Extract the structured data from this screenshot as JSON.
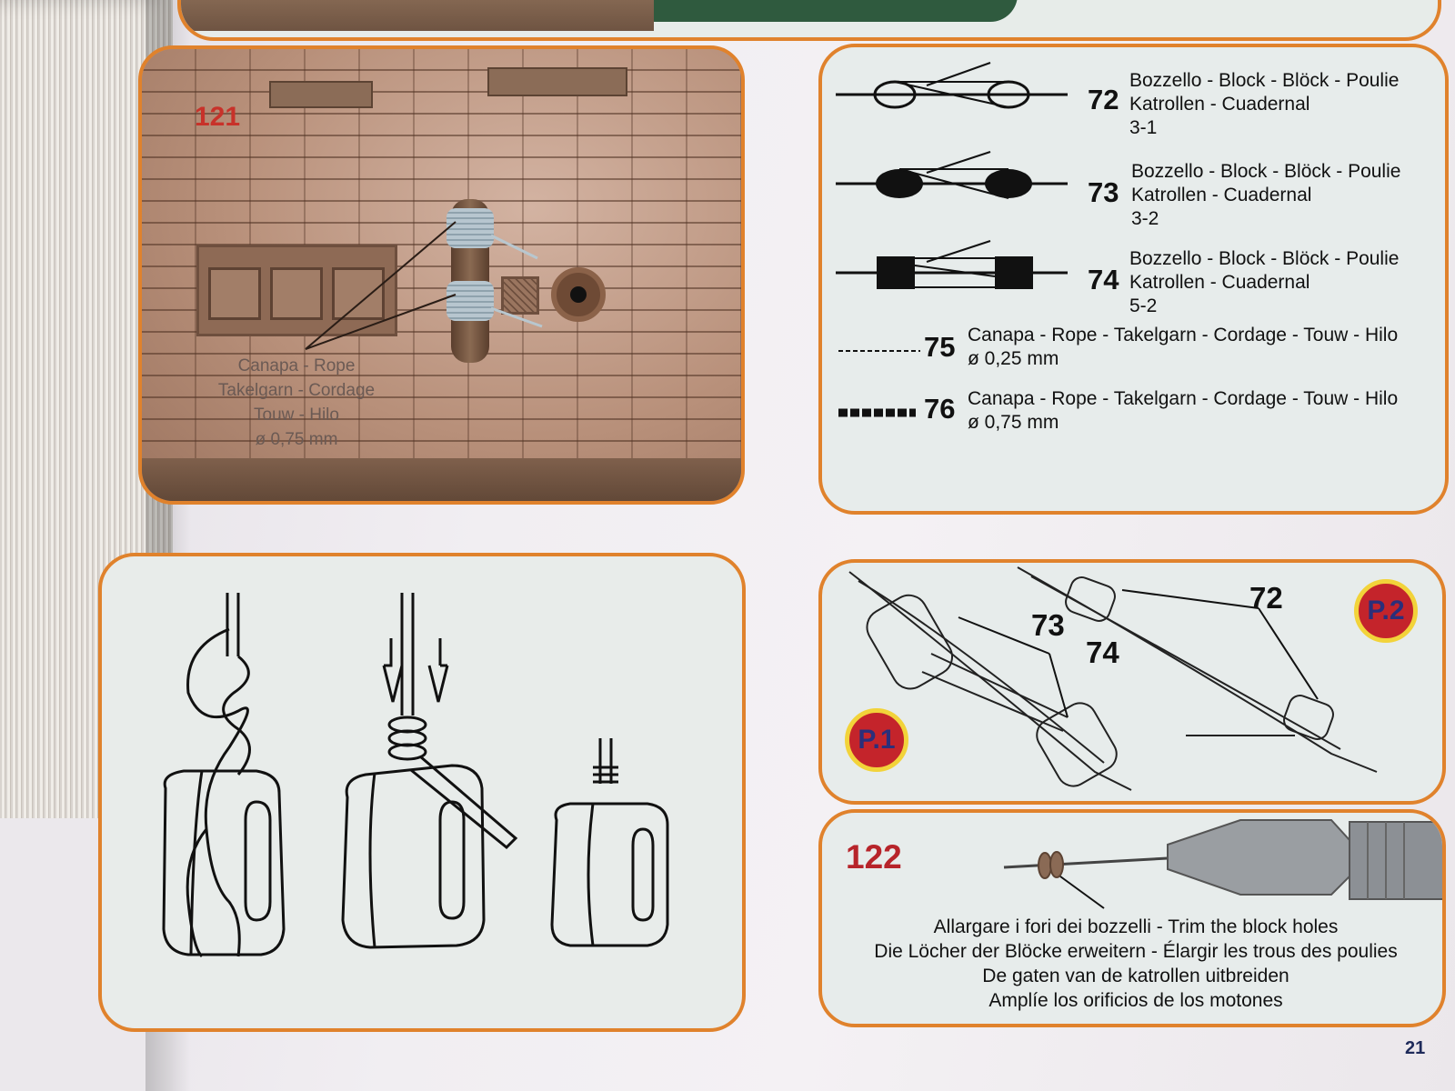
{
  "photo_panel": {
    "step_number": "121",
    "caption": [
      "Canapa - Rope",
      "Takelgarn - Cordage",
      "Touw - Hilo",
      "ø 0,75 mm"
    ]
  },
  "legend": {
    "items": [
      {
        "number": "72",
        "lines": [
          "Bozzello - Block - Blöck - Poulie",
          "Katrollen - Cuadernal",
          "3-1"
        ],
        "icon": "single-block-icon"
      },
      {
        "number": "73",
        "lines": [
          "Bozzello - Block - Blöck - Poulie",
          "Katrollen - Cuadernal",
          "3-2"
        ],
        "icon": "double-block-icon"
      },
      {
        "number": "74",
        "lines": [
          "Bozzello - Block - Blöck - Poulie",
          "Katrollen - Cuadernal",
          "5-2"
        ],
        "icon": "square-block-icon"
      },
      {
        "number": "75",
        "lines": [
          "Canapa - Rope - Takelgarn - Cordage - Touw - Hilo",
          "ø 0,25 mm"
        ],
        "icon": "thin-rope-icon"
      },
      {
        "number": "76",
        "lines": [
          "Canapa - Rope - Takelgarn - Cordage - Touw - Hilo",
          "ø 0,75 mm"
        ],
        "icon": "thick-rope-icon"
      }
    ]
  },
  "assembly": {
    "labels": {
      "a": "73",
      "b": "74",
      "c": "72"
    },
    "badges": {
      "p1": "P.1",
      "p2": "P.2"
    }
  },
  "step_122": {
    "number": "122",
    "lines": [
      "Allargare i fori dei bozzelli - Trim the block holes",
      "Die Löcher der Blöcke erweitern - Élargir les trous des poulies",
      "De gaten van de katrollen uitbreiden",
      "Amplíe los orificios de los motones"
    ]
  },
  "page_number": "21",
  "colors": {
    "border": "#e0822c",
    "step_red": "#b7242a",
    "badge_red": "#c4242b",
    "badge_ring": "#f2d33a"
  }
}
